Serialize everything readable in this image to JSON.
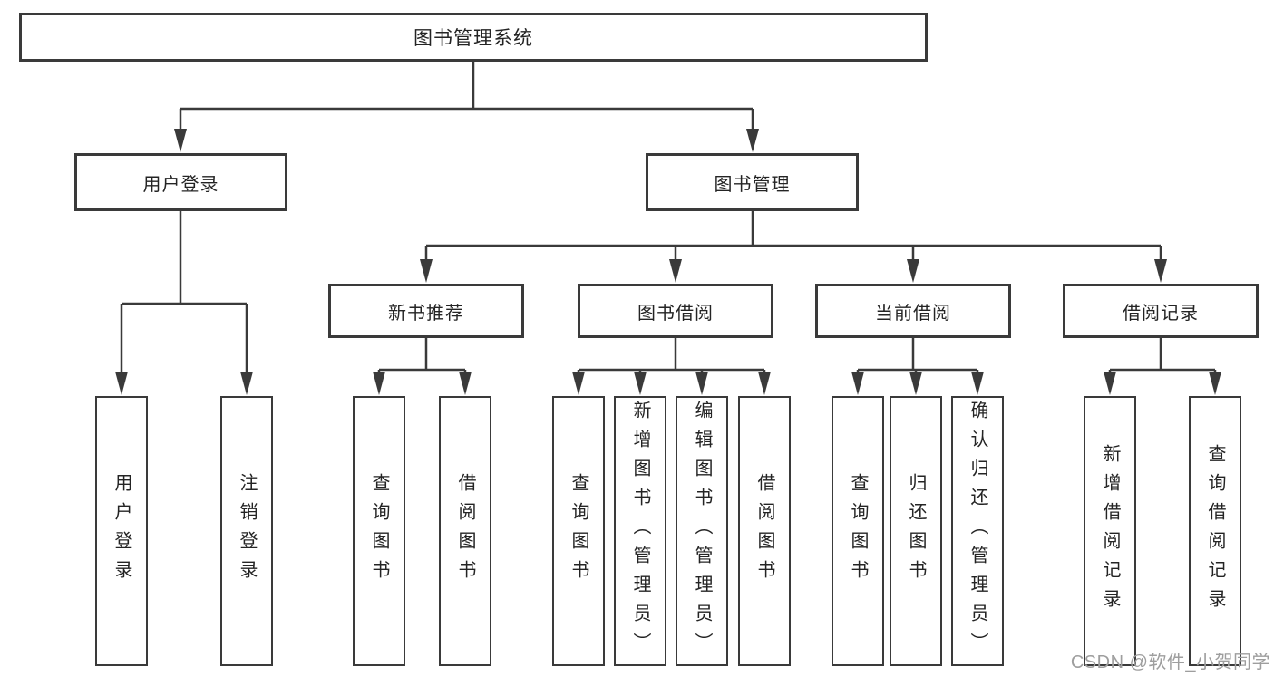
{
  "diagram": {
    "title": "图书管理系统",
    "watermark": "CSDN @软件_小贺同学",
    "colors": {
      "line": "#3a3a3a",
      "text": "#242424",
      "watermark": "#9e9e9e",
      "background": "#ffffff"
    },
    "level2": [
      {
        "id": "user-login",
        "label": "用户登录"
      },
      {
        "id": "book-management",
        "label": "图书管理"
      }
    ],
    "level3": [
      {
        "id": "new-book-recommend",
        "label": "新书推荐"
      },
      {
        "id": "book-borrowing",
        "label": "图书借阅"
      },
      {
        "id": "current-borrowing",
        "label": "当前借阅"
      },
      {
        "id": "borrowing-records",
        "label": "借阅记录"
      }
    ],
    "leaves": [
      {
        "parent": "user-login",
        "label": "用户登录"
      },
      {
        "parent": "user-login",
        "label": "注销登录"
      },
      {
        "parent": "new-book-recommend",
        "label": "查询图书"
      },
      {
        "parent": "new-book-recommend",
        "label": "借阅图书"
      },
      {
        "parent": "book-borrowing",
        "label": "查询图书"
      },
      {
        "parent": "book-borrowing",
        "label": "新增图书（管理员）"
      },
      {
        "parent": "book-borrowing",
        "label": "编辑图书（管理员）"
      },
      {
        "parent": "book-borrowing",
        "label": "借阅图书"
      },
      {
        "parent": "current-borrowing",
        "label": "查询图书"
      },
      {
        "parent": "current-borrowing",
        "label": "归还图书"
      },
      {
        "parent": "current-borrowing",
        "label": "确认归还（管理员）"
      },
      {
        "parent": "borrowing-records",
        "label": "新增借阅记录"
      },
      {
        "parent": "borrowing-records",
        "label": "查询借阅记录"
      }
    ]
  }
}
